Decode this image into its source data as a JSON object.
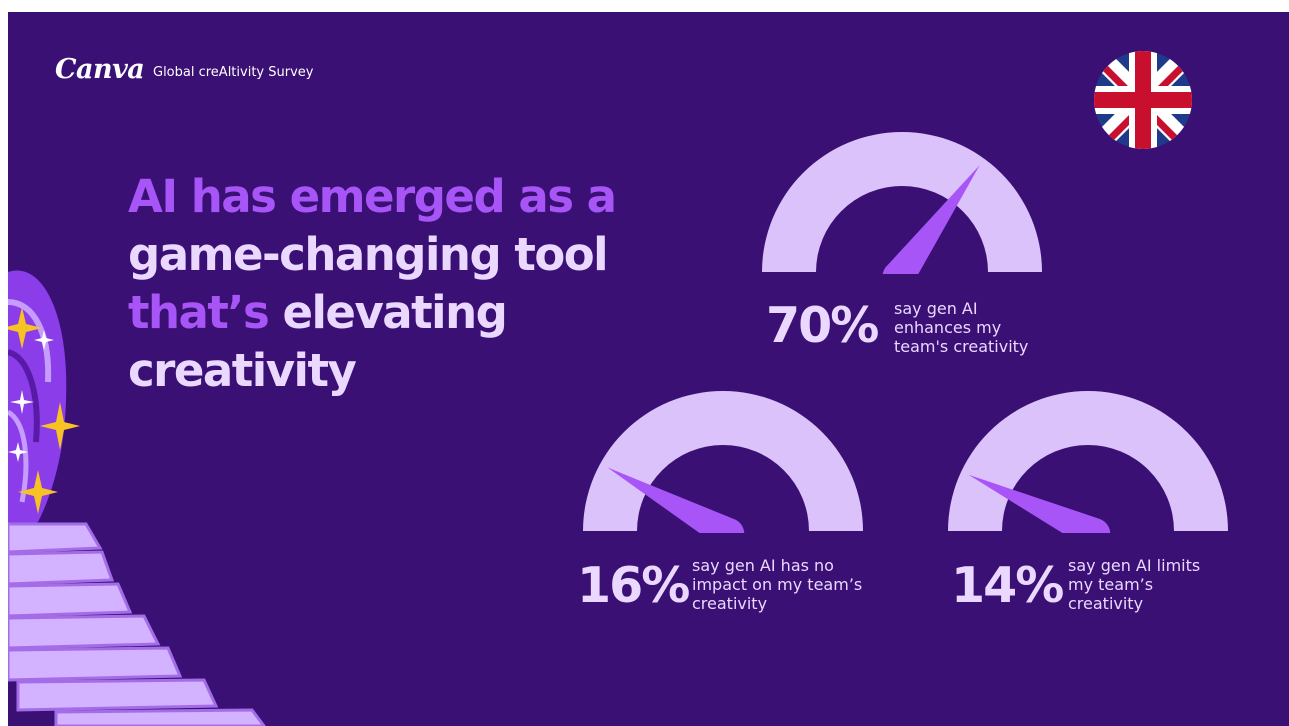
{
  "brand": {
    "logo_text": "Canva",
    "survey_title": "Global creAltivity Survey"
  },
  "headline": {
    "line1": "AI has emerged as a",
    "line2": "game-changing tool",
    "line3_accent": "that’s",
    "line3_rest": " elevating",
    "line4": "creativity"
  },
  "stats": [
    {
      "percent": "70%",
      "lines": [
        "say gen AI",
        "enhances my",
        "team's creativity"
      ],
      "value": 70
    },
    {
      "percent": "16%",
      "lines": [
        "say gen AI has no",
        "impact on my team’s",
        "creativity"
      ],
      "value": 16
    },
    {
      "percent": "14%",
      "lines": [
        "say gen AI limits",
        "my team’s",
        "creativity"
      ],
      "value": 14
    }
  ],
  "colors": {
    "background": "#3b1075",
    "gauge_arc": "#dcc2fb",
    "needle": "#a855f7",
    "text_light": "#ead8ff",
    "accent_text": "#a855f7"
  },
  "icons": [
    "uk-flag-icon",
    "sparkle-icon",
    "staircase-illustration"
  ]
}
